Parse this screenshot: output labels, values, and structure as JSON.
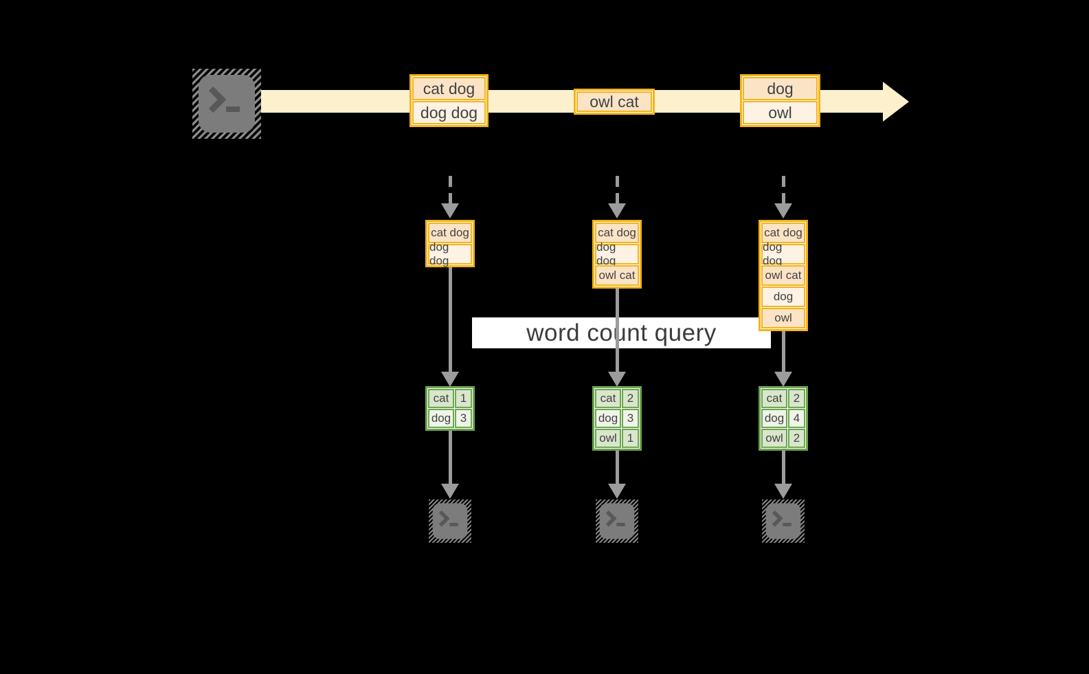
{
  "query_label": "word count query",
  "stream": {
    "messages": [
      {
        "lines": [
          "cat dog",
          "dog dog"
        ]
      },
      {
        "lines": [
          "owl cat"
        ]
      },
      {
        "lines": [
          "dog",
          "owl"
        ]
      }
    ]
  },
  "columns": [
    {
      "state": [
        "cat dog",
        "dog dog"
      ],
      "counts": [
        {
          "word": "cat",
          "count": "1"
        },
        {
          "word": "dog",
          "count": "3"
        }
      ]
    },
    {
      "state": [
        "cat dog",
        "dog dog",
        "owl cat"
      ],
      "counts": [
        {
          "word": "cat",
          "count": "2"
        },
        {
          "word": "dog",
          "count": "3"
        },
        {
          "word": "owl",
          "count": "1"
        }
      ]
    },
    {
      "state": [
        "cat dog",
        "dog dog",
        "owl cat",
        "dog",
        "owl"
      ],
      "counts": [
        {
          "word": "cat",
          "count": "2"
        },
        {
          "word": "dog",
          "count": "4"
        },
        {
          "word": "owl",
          "count": "2"
        }
      ]
    }
  ],
  "icons": {
    "source": "terminal-icon",
    "sinks": [
      "terminal-icon",
      "terminal-icon",
      "terminal-icon"
    ],
    "stream_arrow": "right-arrow-icon",
    "flow_arrows": "down-arrow-icon"
  },
  "colors": {
    "background": "#000000",
    "stream_fill": "#FCF0CD",
    "box_border": "#F5B31A",
    "box_fill_dark": "#FBE4C6",
    "box_fill_light": "#FDF2E3",
    "table_border": "#6CA64F",
    "table_fill_dark": "#D9E6CC",
    "table_fill_light": "#EFF4E8",
    "arrow_gray": "#9C9C9C",
    "label_bg": "#FFFFFF",
    "text": "#424242"
  }
}
